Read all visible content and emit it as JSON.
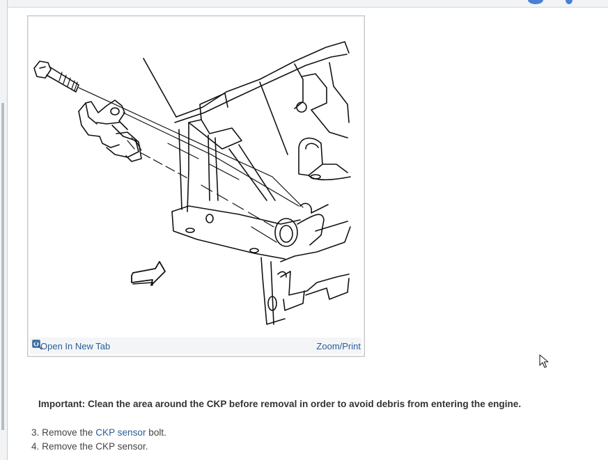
{
  "figure": {
    "open_tab_label": "Open In New Tab",
    "zoom_label": "Zoom/Print",
    "icons": [
      "open-tab-icon",
      "zoom-icon"
    ]
  },
  "note": {
    "text": "Important: Clean the area around the CKP before removal in order to avoid debris from entering the engine."
  },
  "steps": [
    {
      "number": "3.",
      "prefix": "Remove the ",
      "link": "CKP sensor",
      "suffix": " bolt."
    },
    {
      "number": "4.",
      "text": "Remove the CKP sensor."
    }
  ],
  "colors": {
    "link": "#2a5d97",
    "text": "#333333",
    "bar_bg": "#f4f5f7",
    "accent_partial": "#4a7fd4"
  }
}
